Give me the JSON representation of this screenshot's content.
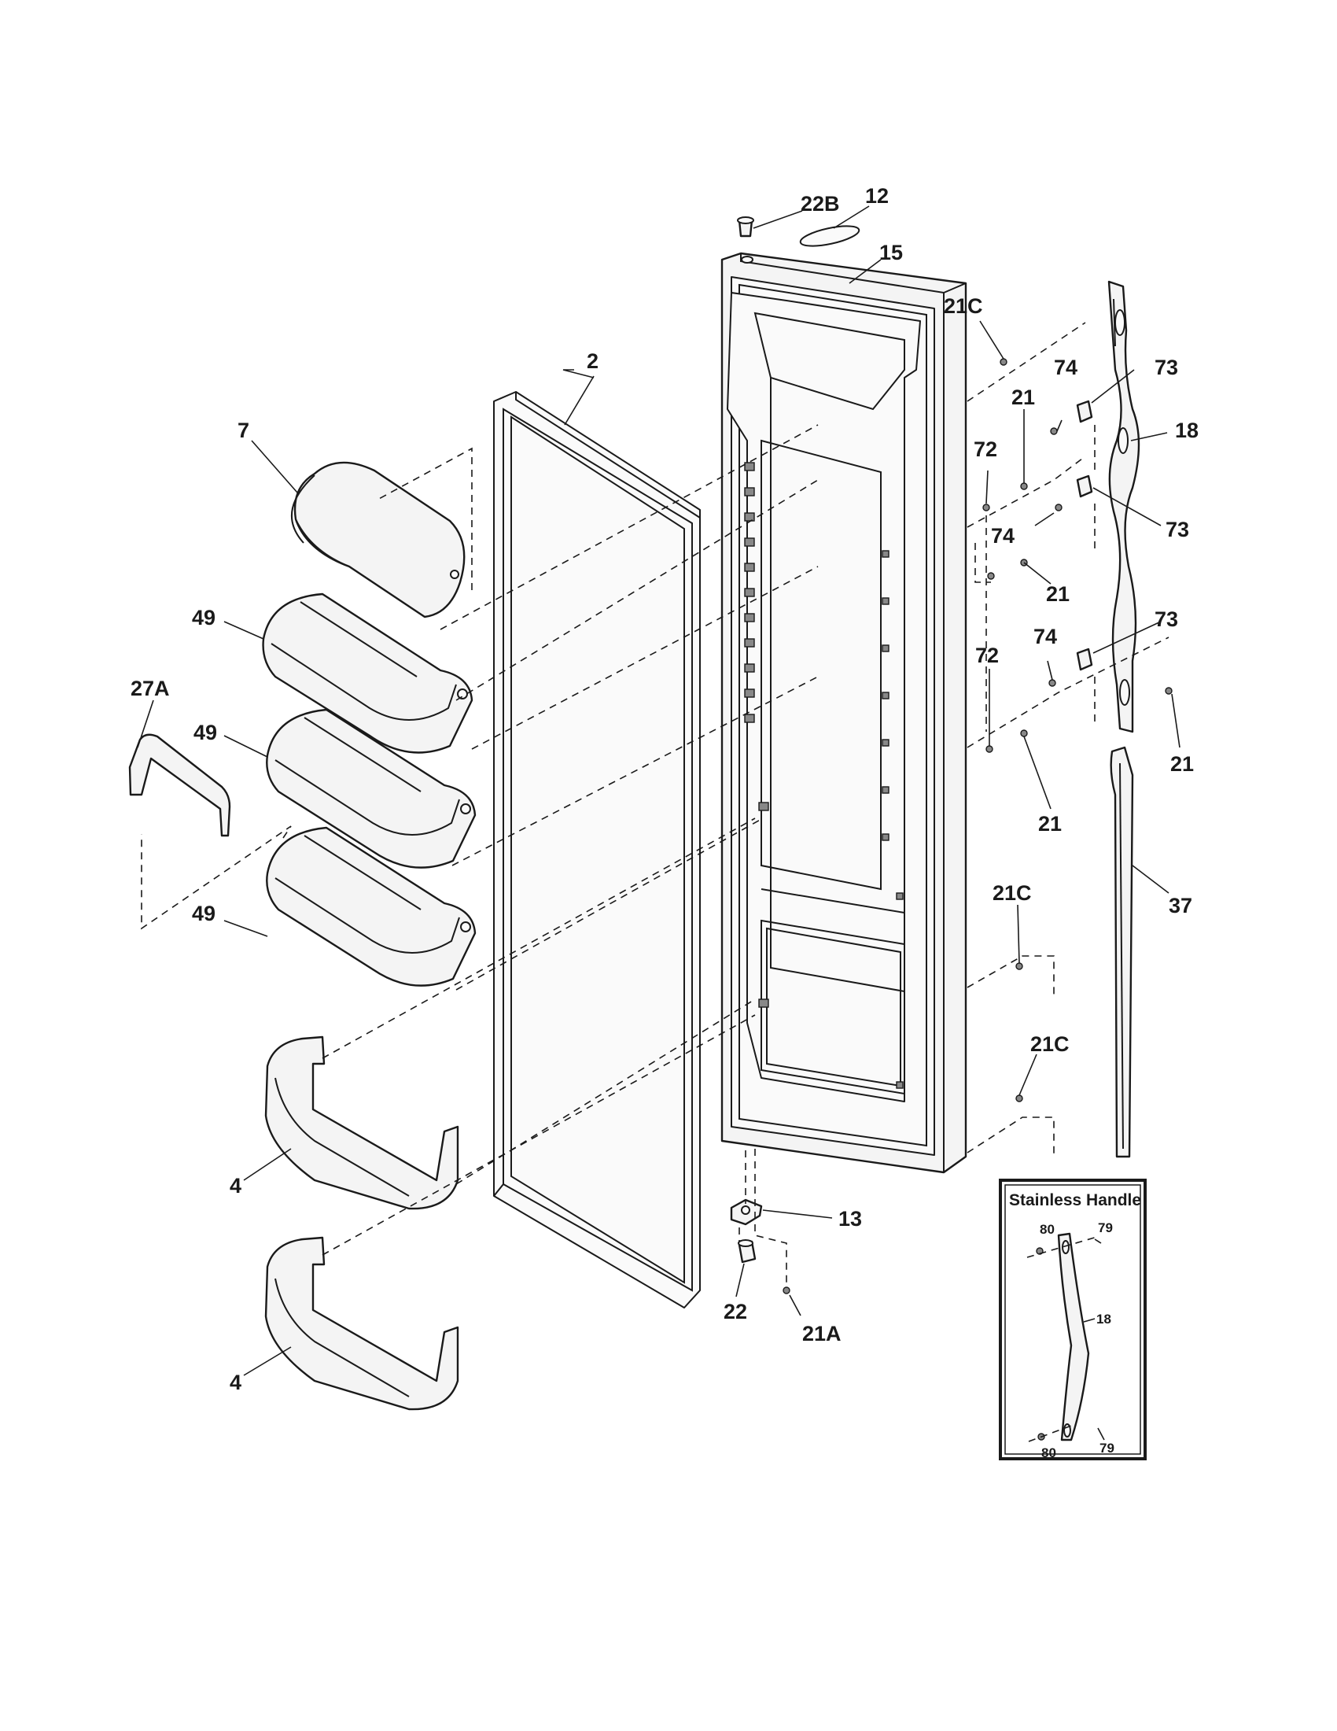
{
  "labels": {
    "p22B": "22B",
    "p12": "12",
    "p15": "15",
    "p21C_top": "21C",
    "p2": "2",
    "p7": "7",
    "p74_a": "74",
    "p73_a": "73",
    "p21_a": "21",
    "p18": "18",
    "p72_a": "72",
    "p74_b": "74",
    "p73_b": "73",
    "p21_b": "21",
    "p49_a": "49",
    "p74_c": "74",
    "p73_c": "73",
    "p27A": "27A",
    "p72_b": "72",
    "p49_b": "49",
    "p21_c": "21",
    "p21_d": "21",
    "p37": "37",
    "p21C_mid": "21C",
    "p49_c": "49",
    "p21C_low": "21C",
    "p4_a": "4",
    "p13": "13",
    "p22": "22",
    "p21A": "21A",
    "p4_b": "4"
  },
  "inset": {
    "title": "Stainless Handle",
    "p80_top": "80",
    "p79_top": "79",
    "p18": "18",
    "p80_bottom": "80",
    "p79_bottom": "79"
  }
}
